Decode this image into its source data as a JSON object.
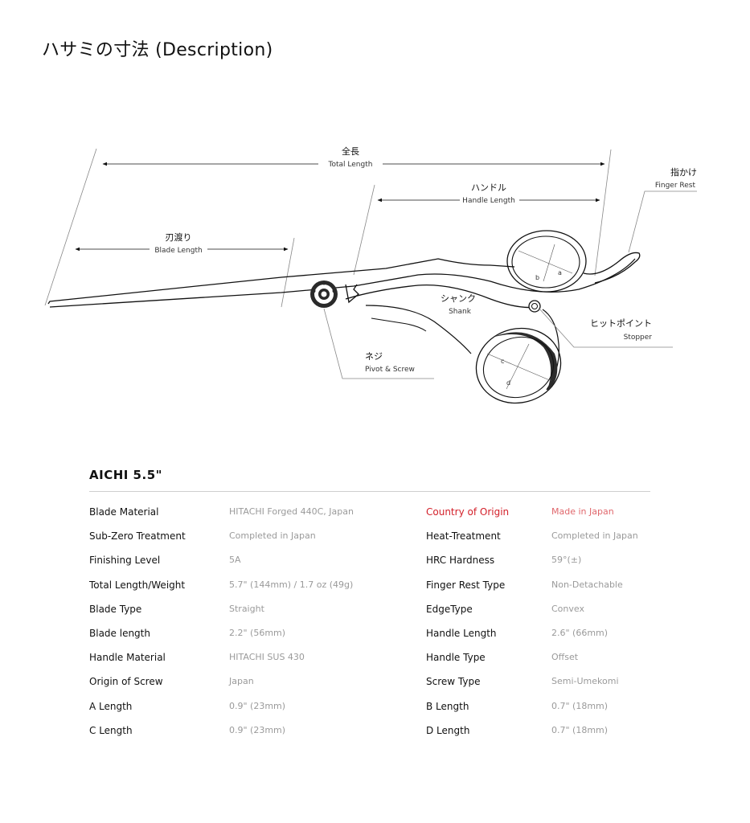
{
  "title": "ハサミの寸法 (Description)",
  "diagram": {
    "total_length": {
      "jp": "全長",
      "en": "Total Length"
    },
    "handle_length": {
      "jp": "ハンドル",
      "en": "Handle Length"
    },
    "blade_length": {
      "jp": "刃渡り",
      "en": "Blade Length"
    },
    "finger_rest": {
      "jp": "指かけ",
      "en": "Finger Rest"
    },
    "shank": {
      "jp": "シャンク",
      "en": "Shank"
    },
    "stopper": {
      "jp": "ヒットポイント",
      "en": "Stopper"
    },
    "pivot": {
      "jp": "ネジ",
      "en": "Pivot & Screw"
    },
    "dims": {
      "a": "a",
      "b": "b",
      "c": "c",
      "d": "d"
    }
  },
  "model": "AICHI 5.5\"",
  "accent_color": "#d3202a",
  "specs_left": [
    {
      "label": "Blade Material",
      "value": "HITACHI Forged 440C, Japan"
    },
    {
      "label": "Sub-Zero Treatment",
      "value": "Completed in Japan"
    },
    {
      "label": "Finishing Level",
      "value": "5A"
    },
    {
      "label": "Total Length/Weight",
      "value": "5.7\" (144mm) / 1.7 oz (49g)"
    },
    {
      "label": "Blade Type",
      "value": "Straight"
    },
    {
      "label": "Blade length",
      "value": "2.2\" (56mm)"
    },
    {
      "label": "Handle Material",
      "value": "HITACHI SUS 430"
    },
    {
      "label": "Origin of Screw",
      "value": "Japan"
    },
    {
      "label": "A Length",
      "value": "0.9\" (23mm)"
    },
    {
      "label": "C Length",
      "value": "0.9\" (23mm)"
    }
  ],
  "specs_right": [
    {
      "label": "Country of Origin",
      "value": "Made in Japan"
    },
    {
      "label": "Heat-Treatment",
      "value": "Completed in Japan"
    },
    {
      "label": "HRC Hardness",
      "value": "59°(±)"
    },
    {
      "label": "Finger Rest Type",
      "value": "Non-Detachable"
    },
    {
      "label": "EdgeType",
      "value": "Convex"
    },
    {
      "label": "Handle Length",
      "value": "2.6\" (66mm)"
    },
    {
      "label": "Handle Type",
      "value": "Offset"
    },
    {
      "label": "Screw Type",
      "value": "Semi-Umekomi"
    },
    {
      "label": "B Length",
      "value": "0.7\" (18mm)"
    },
    {
      "label": "D Length",
      "value": "0.7\" (18mm)"
    }
  ]
}
